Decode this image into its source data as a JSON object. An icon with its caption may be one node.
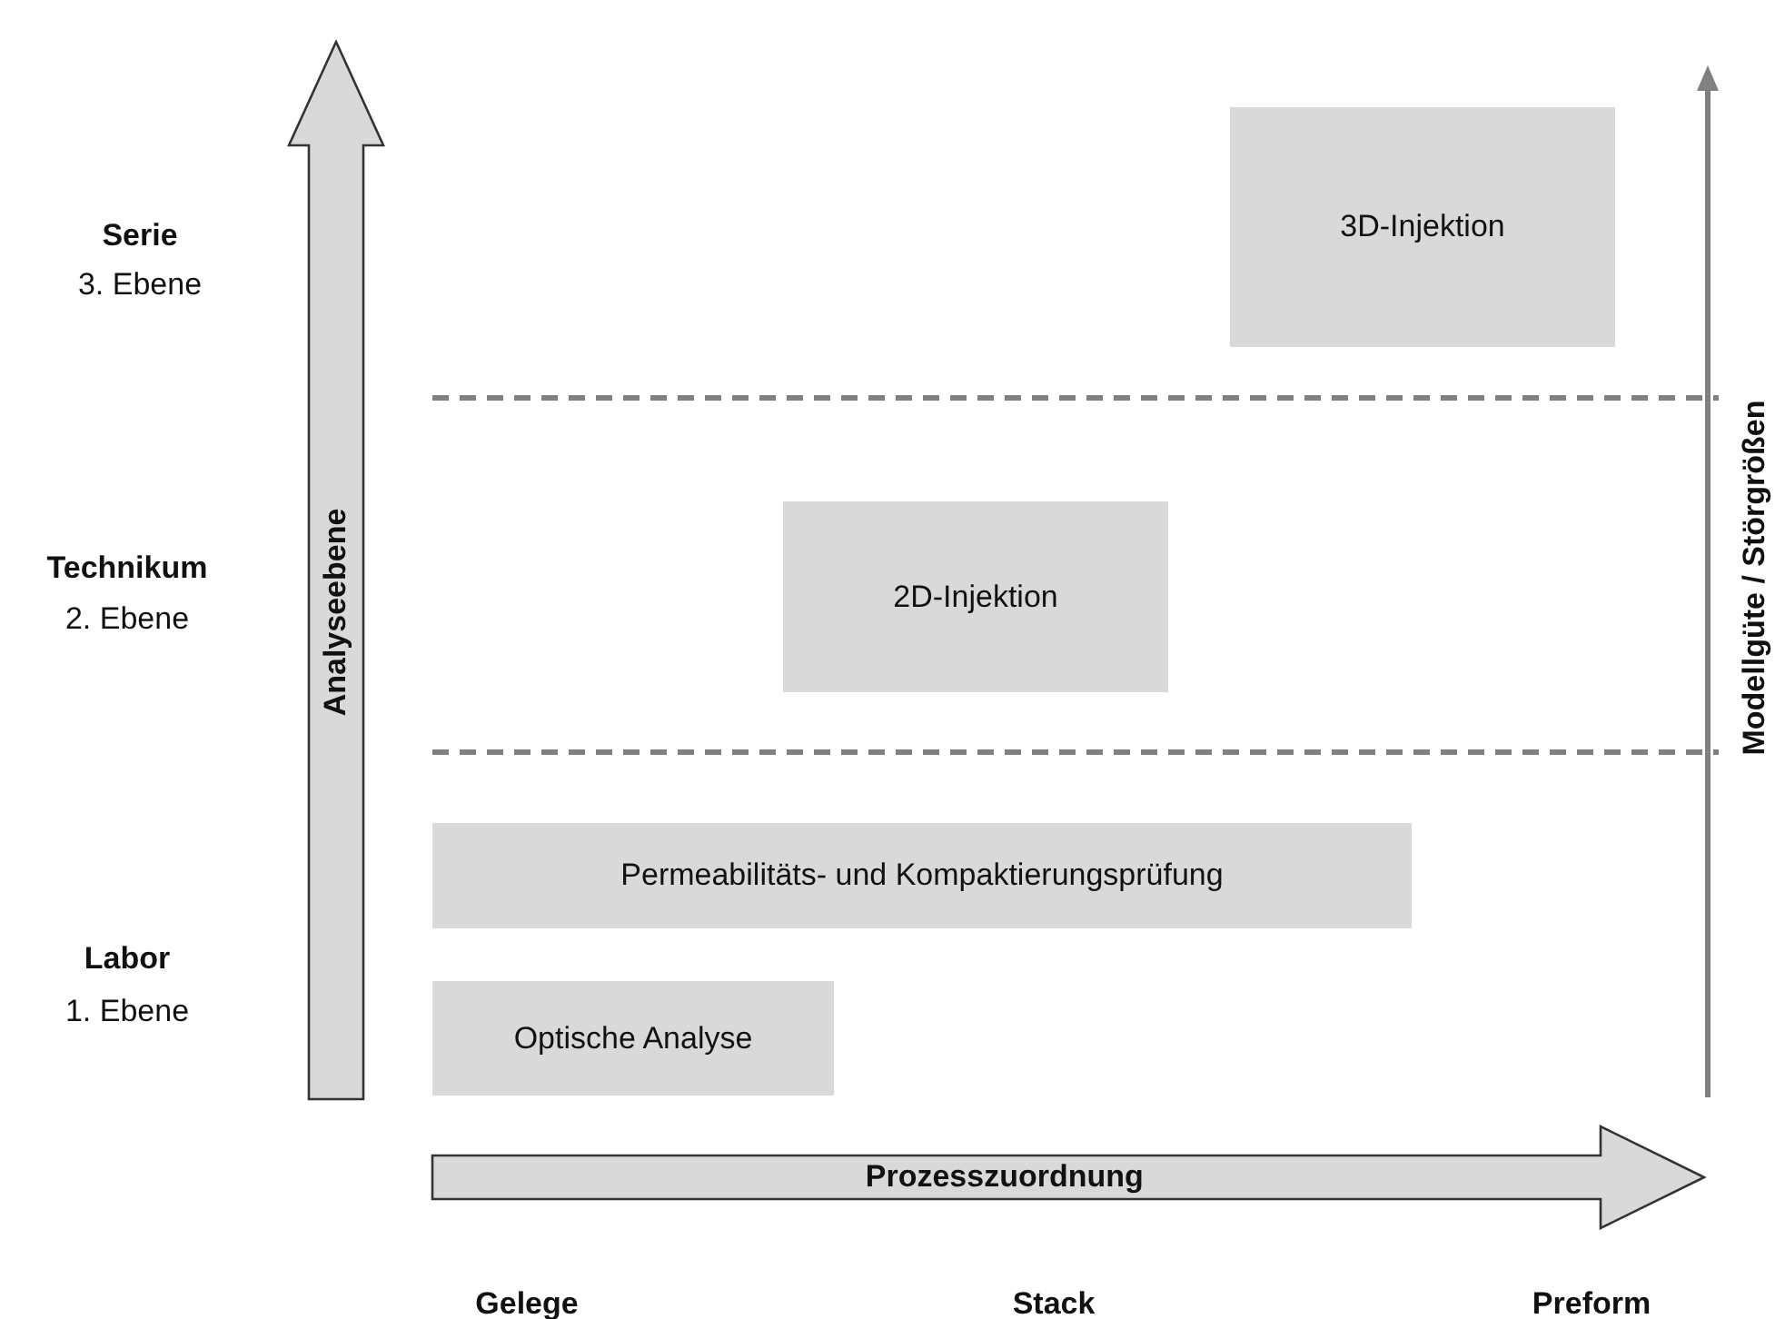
{
  "diagram": {
    "nodes": [
      {
        "text": [
          "Analyseebene"
        ]
      },
      {
        "text": [
          "3D-Injektion"
        ]
      },
      {
        "text": [
          "2D-Injektion"
        ]
      },
      {
        "text": [
          "Permeabilitäts- und Kompaktierungsprüfung"
        ]
      },
      {
        "text": [
          "Optische Analyse"
        ]
      },
      {
        "text": [
          "Prozesszuordnung"
        ]
      }
    ],
    "labels": [
      "Serie",
      "3. Ebene",
      "Technikum",
      "2. Ebene",
      "Labor",
      "1. Ebene",
      "Modellgüte / Störgrößen",
      "Gelege",
      "Stack",
      "Preform"
    ]
  }
}
